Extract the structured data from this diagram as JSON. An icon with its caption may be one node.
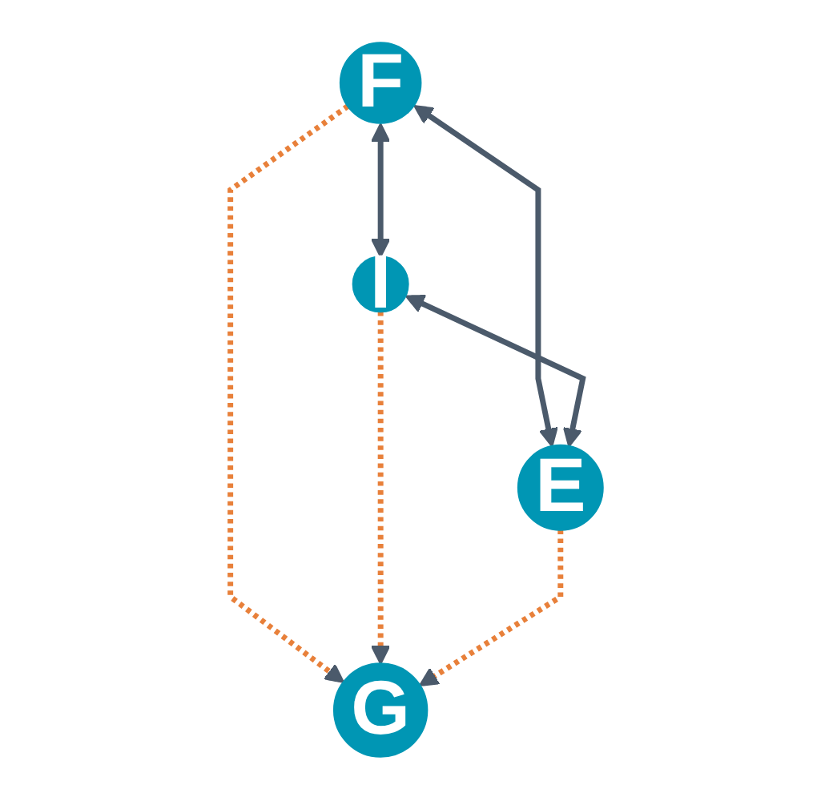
{
  "diagram": {
    "nodes": [
      {
        "text": [
          "F"
        ]
      },
      {
        "text": [
          "I"
        ]
      },
      {
        "text": [
          "E"
        ]
      },
      {
        "text": [
          "G"
        ]
      }
    ],
    "edges": [
      {
        "from": 0,
        "to": 1,
        "arrow": "both"
      },
      {
        "from": 0,
        "to": 2,
        "arrow": "both"
      },
      {
        "from": 1,
        "to": 2,
        "arrow": "both"
      },
      {
        "from": 0,
        "to": 3,
        "arrow": "to",
        "style": "dashed",
        "color": "#e8803a"
      },
      {
        "from": 1,
        "to": 3,
        "arrow": "to",
        "style": "dashed",
        "color": "#e8803a"
      },
      {
        "from": 2,
        "to": 3,
        "arrow": "to",
        "style": "dashed",
        "color": "#e8803a"
      }
    ]
  }
}
